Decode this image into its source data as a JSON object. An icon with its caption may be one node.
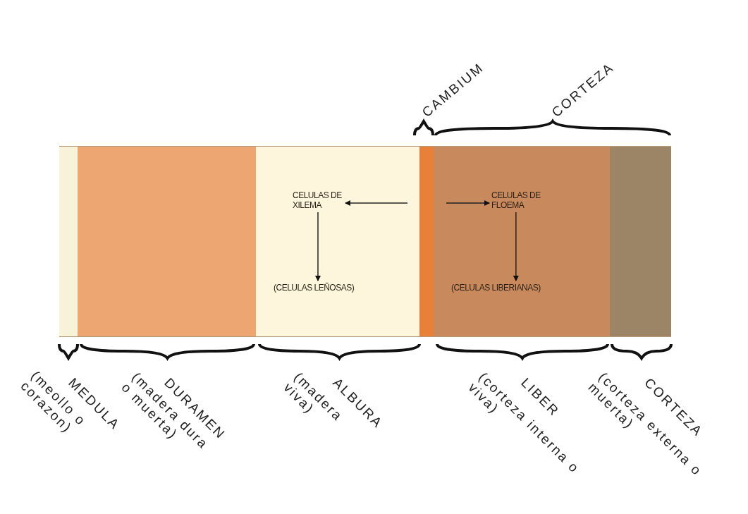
{
  "diagram": {
    "nodes": [
      {
        "text": [],
        "shape": "bar",
        "beside": [
          "(meollo o corazon)",
          "MEDULA"
        ]
      },
      {
        "text": [],
        "shape": "bar",
        "beside": [
          "(madera dura o muerta)",
          "DURAMEN"
        ]
      },
      {
        "text": [],
        "shape": "bar",
        "beside": [
          "(madera viva)",
          "ALBURA"
        ]
      },
      {
        "text": [
          "CELULAS DE XILEMA"
        ],
        "in": 2
      },
      {
        "text": [
          "(CELULAS LEÑOSAS)"
        ],
        "in": 2
      },
      {
        "text": [],
        "shape": "bar",
        "beside": [
          "CAMBIUM"
        ]
      },
      {
        "text": [],
        "shape": "bar",
        "beside": [
          "(corteza interna o viva)",
          "LIBER"
        ]
      },
      {
        "text": [
          "CELULAS DE FLOEMA"
        ],
        "in": 6
      },
      {
        "text": [
          "(CELULAS LIBERIANAS)"
        ],
        "in": 6
      },
      {
        "text": [],
        "shape": "bar",
        "beside": [
          "(corteza externa o muerta)",
          "CORTEZA"
        ]
      }
    ],
    "edges": [
      {
        "from": null,
        "to": 3,
        "arrow": "to"
      },
      {
        "from": null,
        "to": 7,
        "arrow": "to"
      },
      {
        "from": 3,
        "to": 4,
        "arrow": "to"
      },
      {
        "from": 7,
        "to": 8,
        "arrow": "to"
      }
    ],
    "labels": [
      "CORTEZA"
    ]
  }
}
